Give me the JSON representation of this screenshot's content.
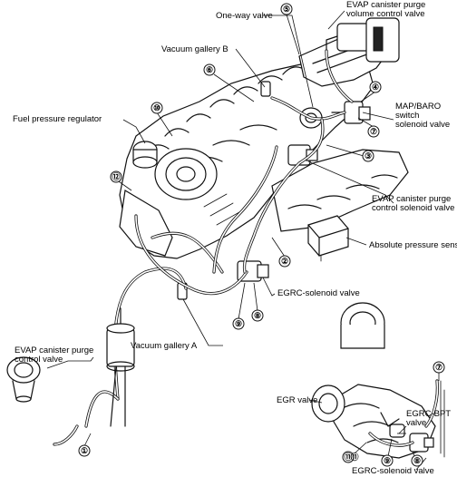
{
  "labels": {
    "one_way_valve": "One-way valve",
    "evap_purge_volume_1": "EVAP canister purge",
    "evap_purge_volume_2": "volume control valve",
    "vacuum_gallery_b": "Vacuum gallery B",
    "map_baro_1": "MAP/BARO",
    "map_baro_2": "switch",
    "map_baro_3": "solenoid valve",
    "fuel_pressure_regulator": "Fuel pressure regulator",
    "evap_purge_solenoid_1": "EVAP canister purge",
    "evap_purge_solenoid_2": "control solenoid valve",
    "absolute_pressure_sensor": "Absolute pressure sensor",
    "egrc_solenoid_main": "EGRC-solenoid valve",
    "vacuum_gallery_a": "Vacuum gallery A",
    "evap_purge_control_1": "EVAP canister purge",
    "evap_purge_control_2": "control valve",
    "egrc_bpt_1": "EGRC-BPT",
    "egrc_bpt_2": "valve",
    "egr_valve": "EGR valve",
    "egrc_solenoid_detail": "EGRC-solenoid valve"
  },
  "callouts": {
    "c1": "①",
    "c2": "②",
    "c3": "③",
    "c4": "④",
    "c5": "⑤",
    "c6": "⑥",
    "c7": "⑦",
    "c8": "⑧",
    "c9": "⑨",
    "c10": "⑩",
    "c11": "⑪",
    "c12": "⑫",
    "d7": "⑦",
    "d8": "⑧",
    "d9": "⑨",
    "d11": "⑪"
  }
}
